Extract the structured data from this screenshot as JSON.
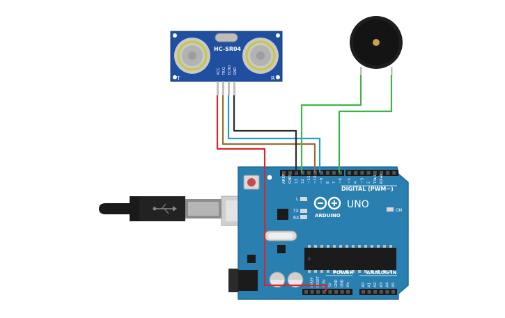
{
  "sensor": {
    "model": "HC-SR04",
    "pin_vcc": "VCC",
    "pin_trig": "TRIG",
    "pin_echo": "ECHO",
    "pin_gnd": "GND",
    "label_t": "T",
    "label_r": "R"
  },
  "board": {
    "logo_text": "ARDUINO",
    "model": "UNO",
    "digital_label": "DIGITAL (PWM~)",
    "power_label": "POWER",
    "analog_label": "ANALOG IN",
    "on_label": "ON",
    "led_l": "L",
    "led_tx": "TX",
    "led_rx": "RX",
    "digital_pins": [
      "AREF",
      "GND",
      "13",
      "12",
      "~11",
      "~10",
      "~9",
      "8",
      "7",
      "~6",
      "~5",
      "4",
      "~3",
      "2",
      "TX▸1",
      "RX◂0"
    ],
    "power_pins": [
      "IOREF",
      "RESET",
      "3.3V",
      "5V",
      "GND",
      "GND",
      "Vin"
    ],
    "analog_pins": [
      "A0",
      "A1",
      "A2",
      "A3",
      "A4",
      "A5"
    ]
  },
  "colors": {
    "board_blue": "#2a7fb1",
    "board_edge": "#1f6a98",
    "sensor_blue": "#1f4f9e",
    "wire_red": "#d22a2a",
    "wire_brown": "#9a6b35",
    "wire_cyan": "#1f9cd6",
    "wire_black": "#2b2b2b",
    "wire_green": "#3fb24a",
    "buzzer": "#1e1e1e",
    "buzzer_center": "#c9a24b"
  }
}
